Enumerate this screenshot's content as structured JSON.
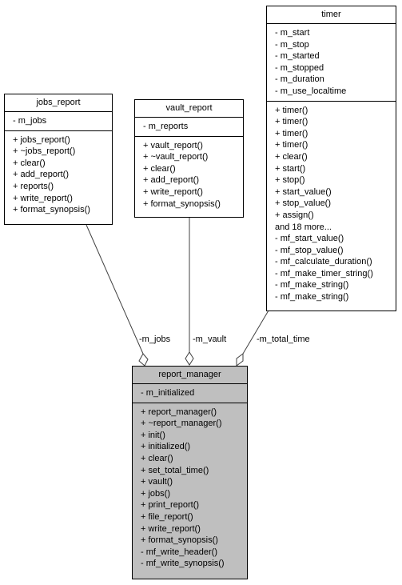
{
  "classes": {
    "timer": {
      "title": "timer",
      "attributes": [
        "- m_start",
        "- m_stop",
        "- m_started",
        "- m_stopped",
        "- m_duration",
        "- m_use_localtime"
      ],
      "methods": [
        "+ timer()",
        "+ timer()",
        "+ timer()",
        "+ timer()",
        "+ clear()",
        "+ start()",
        "+ stop()",
        "+ start_value()",
        "+ stop_value()",
        "+ assign()",
        "and 18 more...",
        "- mf_start_value()",
        "- mf_stop_value()",
        "- mf_calculate_duration()",
        "- mf_make_timer_string()",
        "- mf_make_string()",
        "- mf_make_string()"
      ]
    },
    "jobs_report": {
      "title": "jobs_report",
      "attributes": [
        "- m_jobs"
      ],
      "methods": [
        "+ jobs_report()",
        "+ ~jobs_report()",
        "+ clear()",
        "+ add_report()",
        "+ reports()",
        "+ write_report()",
        "+ format_synopsis()"
      ]
    },
    "vault_report": {
      "title": "vault_report",
      "attributes": [
        "- m_reports"
      ],
      "methods": [
        "+ vault_report()",
        "+ ~vault_report()",
        "+ clear()",
        "+ add_report()",
        "+ write_report()",
        "+ format_synopsis()"
      ]
    },
    "report_manager": {
      "title": "report_manager",
      "attributes": [
        "- m_initialized"
      ],
      "methods": [
        "+ report_manager()",
        "+ ~report_manager()",
        "+ init()",
        "+ initialized()",
        "+ clear()",
        "+ set_total_time()",
        "+ vault()",
        "+ jobs()",
        "+ print_report()",
        "+ file_report()",
        "+ write_report()",
        "+ format_synopsis()",
        "- mf_write_header()",
        "- mf_write_synopsis()"
      ]
    }
  },
  "edges": [
    {
      "from": "jobs_report",
      "to": "report_manager",
      "label": "-m_jobs"
    },
    {
      "from": "vault_report",
      "to": "report_manager",
      "label": "-m_vault"
    },
    {
      "from": "timer",
      "to": "report_manager",
      "label": "-m_total_time"
    }
  ],
  "colors": {
    "highlight": "#bfbfbf",
    "border": "#000000",
    "background": "#ffffff"
  }
}
